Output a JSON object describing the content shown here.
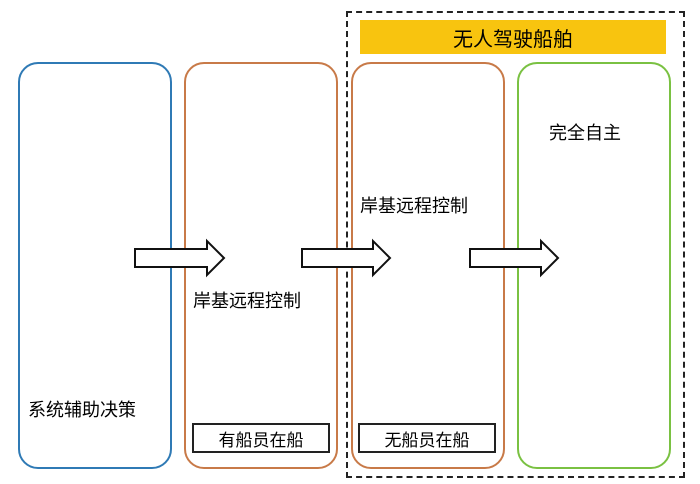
{
  "banner": {
    "label": "无人驾驶船舶"
  },
  "stages": [
    {
      "label": "系统辅助决策"
    },
    {
      "label": "岸基远程控制",
      "crew": "有船员在船"
    },
    {
      "label": "岸基远程控制",
      "crew": "无船员在船"
    },
    {
      "label": "完全自主"
    }
  ],
  "colors": {
    "stage1_border": "#2f7ab5",
    "stage2_border": "#c87a48",
    "stage3_border": "#c87a48",
    "stage4_border": "#7ac142",
    "banner_fill": "#f8c40f"
  }
}
